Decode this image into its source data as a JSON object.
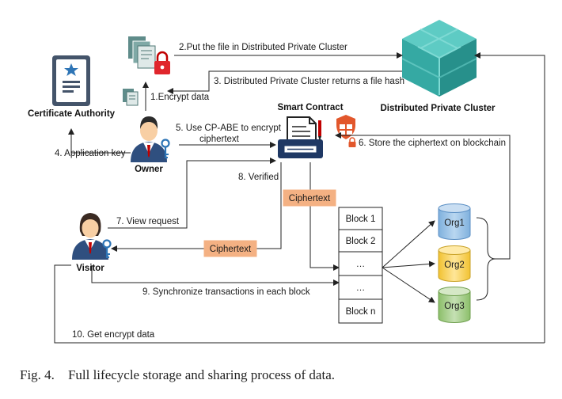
{
  "nodes": {
    "certificate_authority": "Certificate Authority",
    "owner": "Owner",
    "visitor": "Visitor",
    "smart_contract": "Smart Contract",
    "distributed_private_cluster": "Distributed Private Cluster",
    "ciphertext_top": "Ciphertext",
    "ciphertext_left": "Ciphertext",
    "blocks": [
      "Block 1",
      "Block 2",
      "…",
      "…",
      "Block n"
    ],
    "orgs": [
      "Org1",
      "Org2",
      "Org3"
    ]
  },
  "steps": {
    "s1": "1.Encrypt data",
    "s2": "2.Put the file in Distributed Private Cluster",
    "s3": "3. Distributed Private Cluster returns a file hash",
    "s4": "4. Application key",
    "s5_line1": "5. Use CP-ABE to encrypt",
    "s5_line2": "ciphertext",
    "s6": "6. Store the ciphertext on blockchain",
    "s7": "7. View request",
    "s8": "8. Verified",
    "s9": "9. Synchronize transactions in each block",
    "s10": "10. Get encrypt data"
  },
  "caption": {
    "label": "Fig. 4.",
    "text": "Full lifecycle storage and sharing process of data."
  },
  "colors": {
    "cube": "#3fb6b0",
    "ciphertext_fill": "#f4b183",
    "org1": "#9dc3e6",
    "org2": "#ffd966",
    "org3": "#a9d18e",
    "certificate": "#44546a",
    "shield": "#e2572c"
  },
  "icons": {
    "certificate_authority": "certificate-icon",
    "owner": "businessman-icon",
    "visitor": "businesswoman-icon",
    "smart_contract": "printer-document-icon",
    "cluster": "cube-icon",
    "files": "documents-icon",
    "lock": "lock-icon",
    "key": "key-icon",
    "shield": "shield-icon"
  }
}
